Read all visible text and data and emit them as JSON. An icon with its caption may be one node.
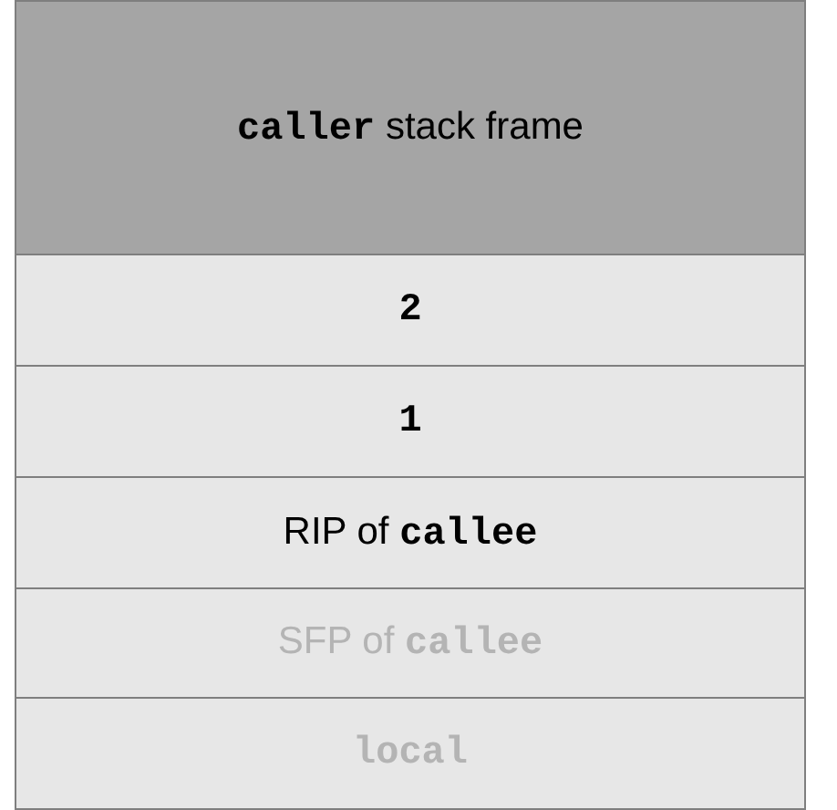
{
  "diagram": {
    "nodes": [
      {
        "text": [
          "**caller** stack frame"
        ]
      },
      {
        "text": [
          "2"
        ]
      },
      {
        "text": [
          "1"
        ]
      },
      {
        "text": [
          "RIP of **callee**"
        ]
      },
      {
        "text": [
          "SFP of **callee**"
        ]
      },
      {
        "text": [
          "local"
        ]
      }
    ]
  }
}
